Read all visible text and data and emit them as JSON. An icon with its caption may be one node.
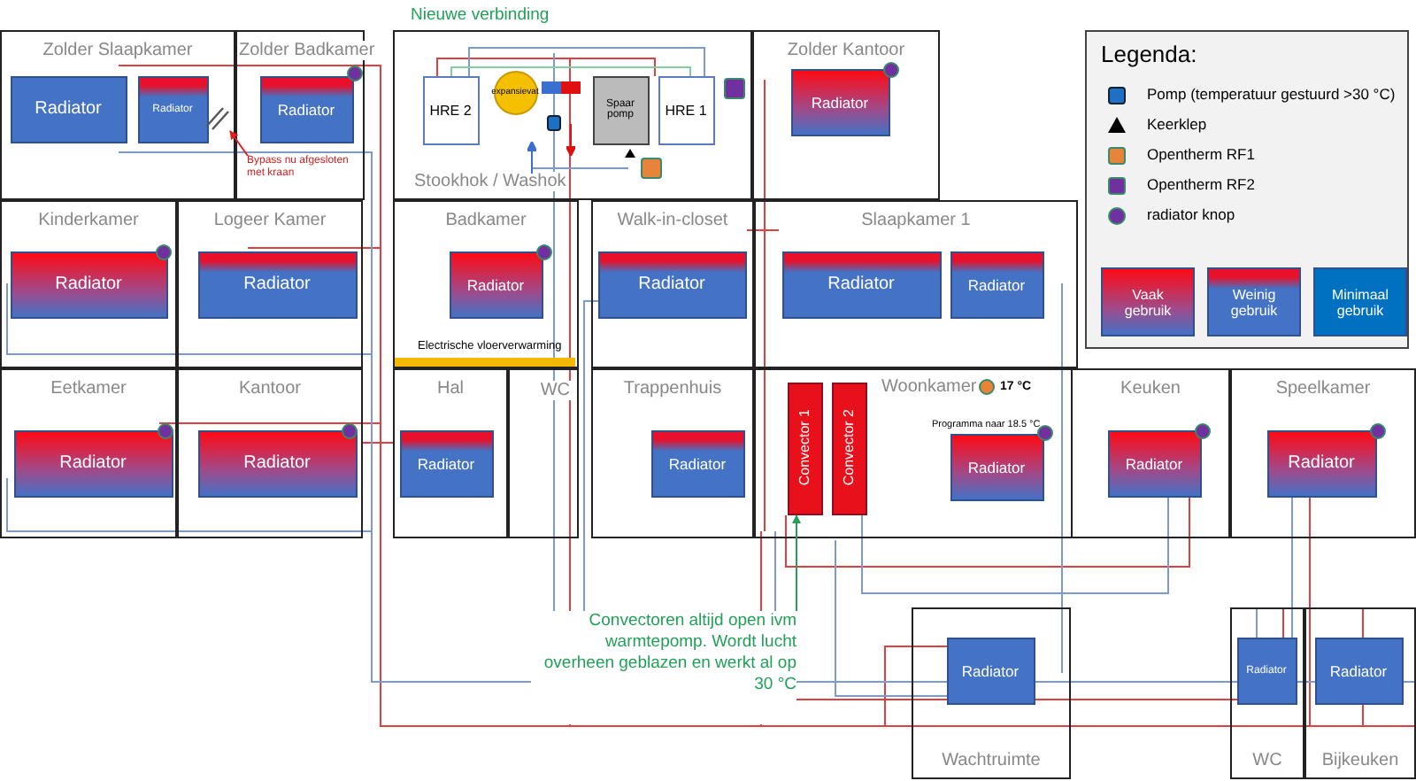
{
  "diagram": {
    "nodes": [
      {
        "text": [
          "Zolder Slaapkamer"
        ]
      },
      {
        "text": [
          "Radiator"
        ],
        "in": 0
      },
      {
        "text": [
          "Radiator"
        ],
        "in": 0
      },
      {
        "text": [
          "Zolder Badkamer"
        ]
      },
      {
        "text": [
          "Radiator"
        ],
        "in": 3
      },
      {
        "text": [
          "Stookhok / Washok"
        ]
      },
      {
        "text": [
          "HRE 2"
        ],
        "in": 5
      },
      {
        "text": [
          "expansievat"
        ],
        "in": 5
      },
      {
        "text": [
          "Spaar pomp"
        ],
        "in": 5
      },
      {
        "text": [
          "HRE 1"
        ],
        "in": 5
      },
      {
        "text": [
          "Zolder Kantoor"
        ]
      },
      {
        "text": [
          "Radiator"
        ],
        "in": 10
      },
      {
        "text": [
          "Kinderkamer"
        ]
      },
      {
        "text": [
          "Radiator"
        ],
        "in": 12
      },
      {
        "text": [
          "Logeer Kamer"
        ]
      },
      {
        "text": [
          "Radiator"
        ],
        "in": 14
      },
      {
        "text": [
          "Badkamer"
        ]
      },
      {
        "text": [
          "Radiator"
        ],
        "in": 16
      },
      {
        "text": [
          "Walk-in-closet"
        ]
      },
      {
        "text": [
          "Radiator"
        ],
        "in": 18
      },
      {
        "text": [
          "Slaapkamer 1"
        ]
      },
      {
        "text": [
          "Radiator"
        ],
        "in": 20
      },
      {
        "text": [
          "Radiator"
        ],
        "in": 20
      },
      {
        "text": [
          "Eetkamer"
        ]
      },
      {
        "text": [
          "Radiator"
        ],
        "in": 23
      },
      {
        "text": [
          "Kantoor"
        ]
      },
      {
        "text": [
          "Radiator"
        ],
        "in": 25
      },
      {
        "text": [
          "Hal"
        ]
      },
      {
        "text": [
          "Radiator"
        ],
        "in": 27
      },
      {
        "text": [
          "WC"
        ]
      },
      {
        "text": [
          "Trappenhuis"
        ]
      },
      {
        "text": [
          "Radiator"
        ],
        "in": 30
      },
      {
        "text": [
          "Woonkamer"
        ]
      },
      {
        "text": [
          "Convector 1"
        ],
        "in": 32
      },
      {
        "text": [
          "Convector 2"
        ],
        "in": 32
      },
      {
        "text": [
          "Radiator"
        ],
        "in": 32,
        "beside": [
          "Programma naar 18.5 °C"
        ]
      },
      {
        "text": [
          "Keuken"
        ]
      },
      {
        "text": [
          "Radiator"
        ],
        "in": 36
      },
      {
        "text": [
          "Speelkamer"
        ]
      },
      {
        "text": [
          "Radiator"
        ],
        "in": 38
      },
      {
        "text": [
          "Wachtruimte"
        ]
      },
      {
        "text": [
          "Radiator"
        ],
        "in": 40
      },
      {
        "text": [
          "WC"
        ]
      },
      {
        "text": [
          "Radiator"
        ],
        "in": 42
      },
      {
        "text": [
          "Bijkeuken"
        ]
      },
      {
        "text": [
          "Radiator"
        ],
        "in": 44
      },
      {
        "text": [
          "Bypass nu afgesloten met kraan"
        ],
        "in": 3
      },
      {
        "text": [],
        "shape": "picture",
        "in": 0
      },
      {
        "text": [
          "Convectoren altijd open ivm warmtepomp. Wordt lucht overheen geblazen en werkt al op 30 °C"
        ]
      }
    ],
    "edges": [
      {
        "from": 46,
        "to": 47,
        "arrow": "to",
        "color": "#e02020"
      },
      {
        "from": 48,
        "to": 33,
        "arrow": "to",
        "color": "#22a05a"
      }
    ],
    "labels": [
      "Nieuwe verbinding",
      "Electrische vloerverwarming",
      "17 °C",
      "Legenda:"
    ],
    "legend": [
      {
        "text": "Pomp (temperatuur gestuurd >30 °C)",
        "color": "#1f6fc5"
      },
      {
        "text": "Keerklep"
      },
      {
        "text": "Opentherm RF1",
        "color": "#e8833a"
      },
      {
        "text": "Opentherm RF2",
        "color": "#7030a0"
      },
      {
        "text": "radiator knop"
      },
      {
        "text": "Vaak gebruik"
      },
      {
        "text": "Weinig gebruik"
      },
      {
        "text": "Minimaal gebruik",
        "color": "#0070c0"
      }
    ]
  }
}
